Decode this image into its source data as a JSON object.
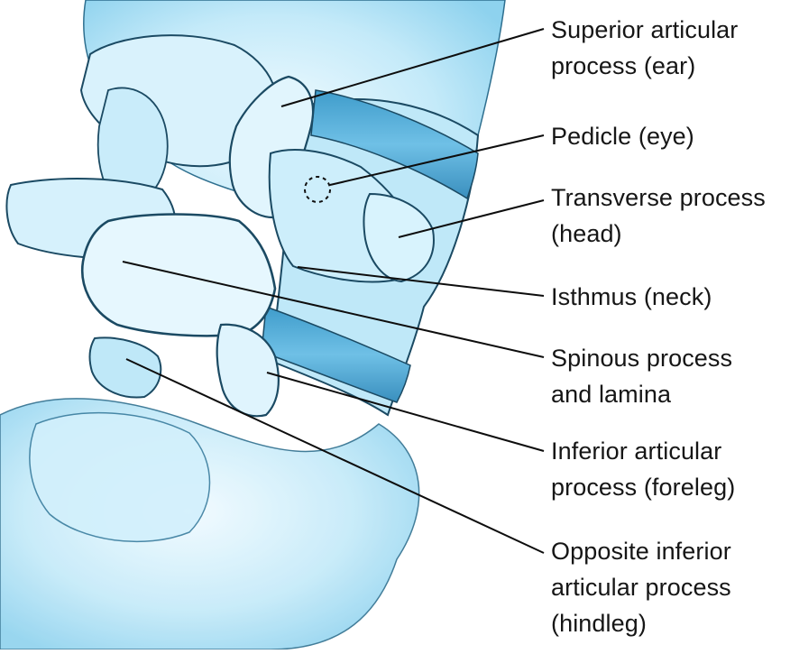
{
  "diagram": {
    "labels": [
      {
        "id": "superior-articular-process",
        "lines": [
          "Superior articular",
          "process (ear)"
        ]
      },
      {
        "id": "pedicle",
        "lines": [
          "Pedicle (eye)"
        ]
      },
      {
        "id": "transverse-process",
        "lines": [
          "Transverse process",
          "(head)"
        ]
      },
      {
        "id": "isthmus",
        "lines": [
          "Isthmus (neck)"
        ]
      },
      {
        "id": "spinous-process-and-lamina",
        "lines": [
          "Spinous process",
          "and lamina"
        ]
      },
      {
        "id": "inferior-articular-process",
        "lines": [
          "Inferior articular",
          "process (foreleg)"
        ]
      },
      {
        "id": "opposite-inferior-articular-process",
        "lines": [
          "Opposite inferior",
          "articular process",
          "(hindleg)"
        ]
      }
    ],
    "colors": {
      "bone_fill": "#b9e6f7",
      "bone_highlight": "#e4f6fd",
      "bone_shadow": "#5cb8e0",
      "outline": "#1b4a63",
      "leader_line": "#0d0d0d",
      "label_text": "#161616"
    }
  }
}
